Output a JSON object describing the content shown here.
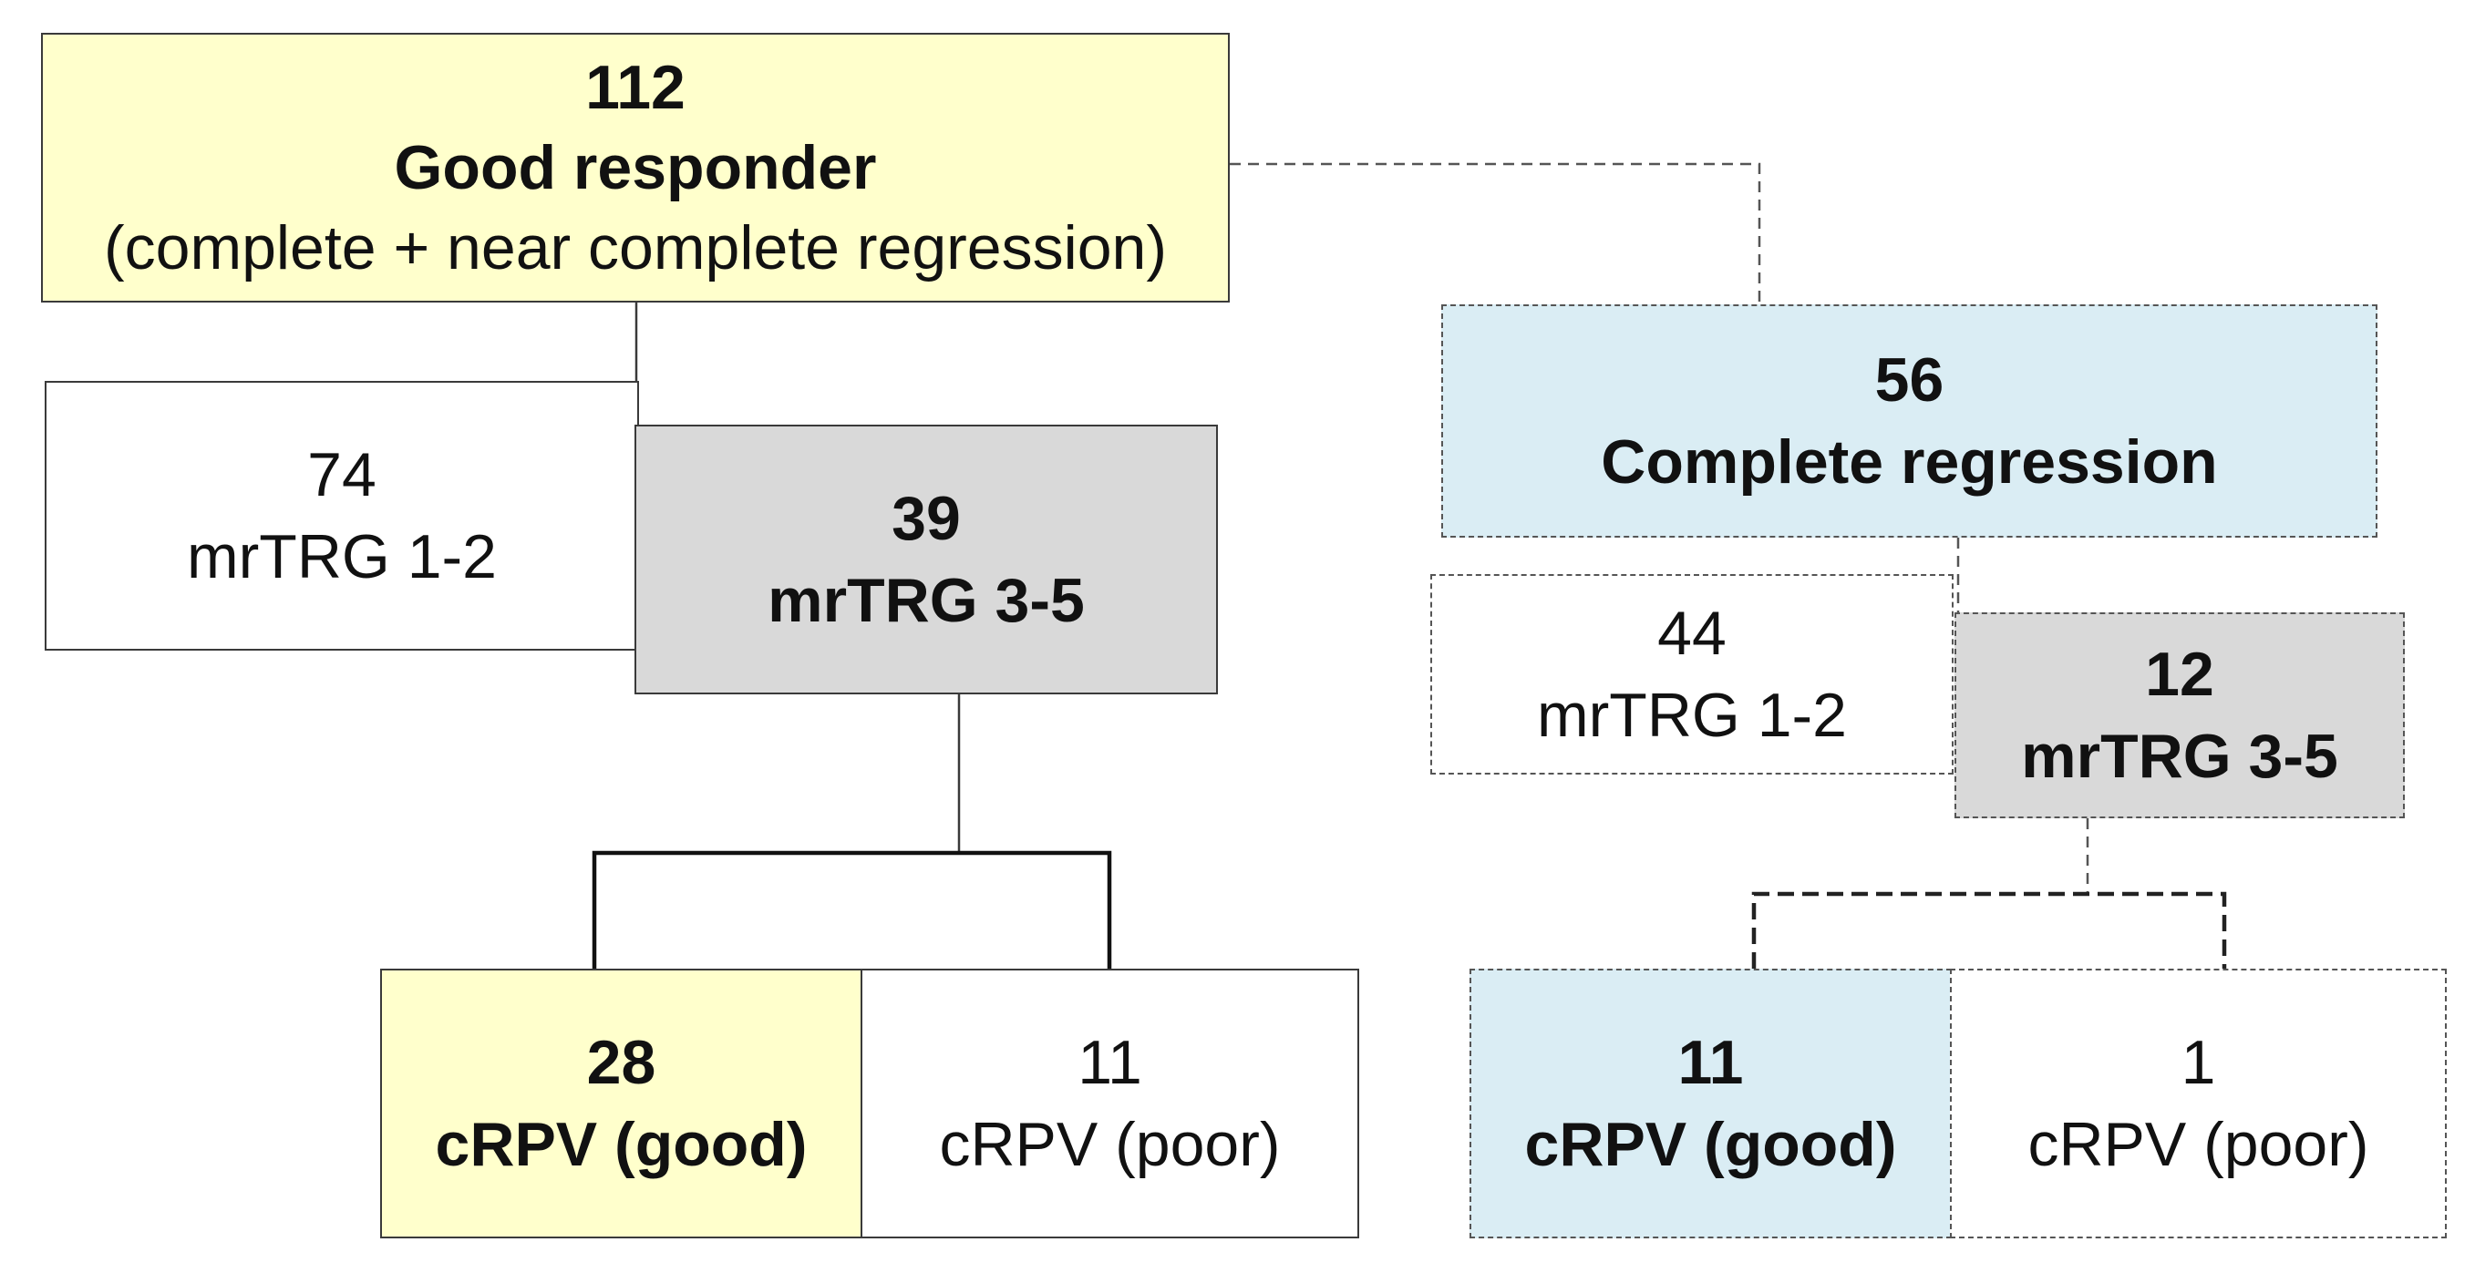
{
  "left_tree": {
    "root": {
      "count": "112",
      "label": "Good responder",
      "sublabel": "(complete + near complete regression)"
    },
    "mrtrg_low": {
      "count": "74",
      "label": "mrTRG 1-2"
    },
    "mrtrg_high": {
      "count": "39",
      "label": "mrTRG 3-5"
    },
    "crpv_good": {
      "count": "28",
      "label": "cRPV (good)"
    },
    "crpv_poor": {
      "count": "11",
      "label": "cRPV (poor)"
    }
  },
  "right_tree": {
    "root": {
      "count": "56",
      "label": "Complete regression"
    },
    "mrtrg_low": {
      "count": "44",
      "label": "mrTRG 1-2"
    },
    "mrtrg_high": {
      "count": "12",
      "label": "mrTRG 3-5"
    },
    "crpv_good": {
      "count": "11",
      "label": "cRPV (good)"
    },
    "crpv_poor": {
      "count": "1",
      "label": "cRPV (poor)"
    }
  },
  "colors": {
    "good_responder_fill": "#ffffcc",
    "complete_regression_fill": "#daedf4",
    "mrtrg_high_fill": "#d9d9d9",
    "default_fill": "#ffffff",
    "line_color": "#3a3a3a"
  }
}
